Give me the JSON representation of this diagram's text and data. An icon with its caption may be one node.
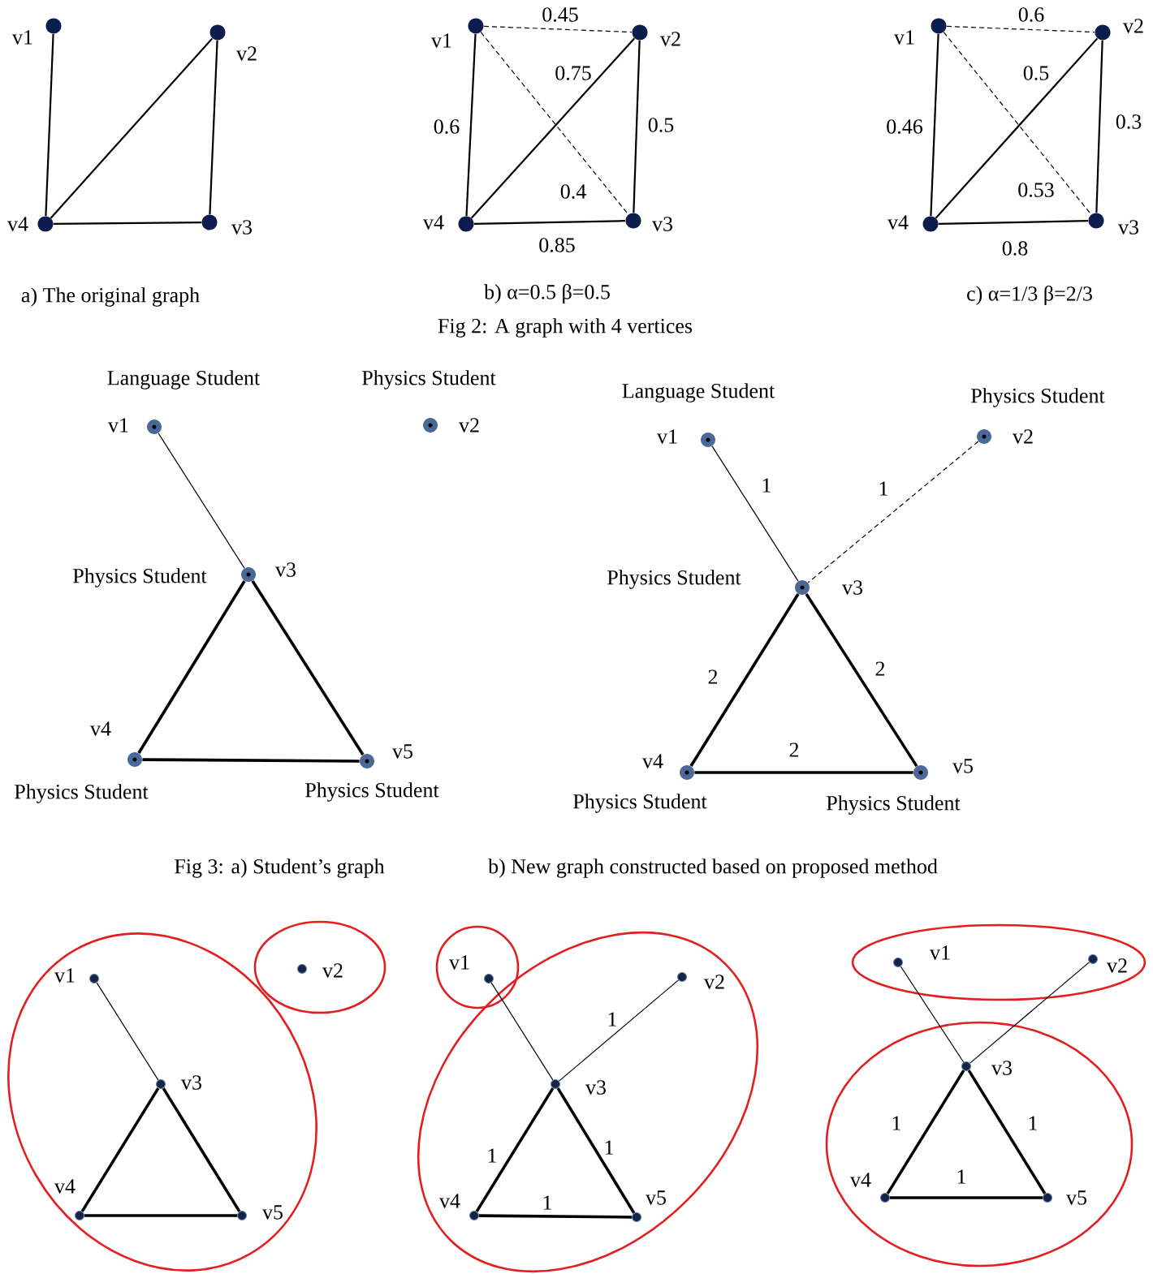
{
  "diagram": {
    "nodes": [
      {
        "text": [],
        "shape": "circle",
        "beside": [
          "v1"
        ]
      },
      {
        "text": [],
        "shape": "circle",
        "beside": [
          "v2"
        ]
      },
      {
        "text": [],
        "shape": "circle",
        "beside": [
          "v3"
        ]
      },
      {
        "text": [],
        "shape": "circle",
        "beside": [
          "v4"
        ]
      },
      {
        "text": [],
        "shape": "circle",
        "beside": [
          "v1"
        ]
      },
      {
        "text": [],
        "shape": "circle",
        "beside": [
          "v2"
        ]
      },
      {
        "text": [],
        "shape": "circle",
        "beside": [
          "v3"
        ]
      },
      {
        "text": [],
        "shape": "circle",
        "beside": [
          "v4"
        ]
      },
      {
        "text": [],
        "shape": "circle",
        "beside": [
          "v1"
        ]
      },
      {
        "text": [],
        "shape": "circle",
        "beside": [
          "v2"
        ]
      },
      {
        "text": [],
        "shape": "circle",
        "beside": [
          "v3"
        ]
      },
      {
        "text": [],
        "shape": "circle",
        "beside": [
          "v4"
        ]
      },
      {
        "text": [],
        "shape": "circle",
        "beside": [
          "v1",
          "Language Student"
        ]
      },
      {
        "text": [],
        "shape": "circle",
        "beside": [
          "v2",
          "Physics Student"
        ]
      },
      {
        "text": [],
        "shape": "circle",
        "beside": [
          "v3",
          "Physics Student"
        ]
      },
      {
        "text": [],
        "shape": "circle",
        "beside": [
          "v4",
          "Physics Student"
        ]
      },
      {
        "text": [],
        "shape": "circle",
        "beside": [
          "v5",
          "Physics Student"
        ]
      },
      {
        "text": [],
        "shape": "circle",
        "beside": [
          "v1",
          "Language Student"
        ]
      },
      {
        "text": [],
        "shape": "circle",
        "beside": [
          "v2",
          "Physics Student"
        ]
      },
      {
        "text": [],
        "shape": "circle",
        "beside": [
          "v3",
          "Physics Student"
        ]
      },
      {
        "text": [],
        "shape": "circle",
        "beside": [
          "v4",
          "Physics Student"
        ]
      },
      {
        "text": [],
        "shape": "circle",
        "beside": [
          "v5",
          "Physics Student"
        ]
      },
      {
        "text": [],
        "shape": "ellipse"
      },
      {
        "text": [],
        "shape": "circle",
        "beside": [
          "v1"
        ],
        "in": 22
      },
      {
        "text": [],
        "shape": "ellipse"
      },
      {
        "text": [],
        "shape": "circle",
        "beside": [
          "v2"
        ],
        "in": 24
      },
      {
        "text": [],
        "shape": "circle",
        "beside": [
          "v3"
        ],
        "in": 22
      },
      {
        "text": [],
        "shape": "circle",
        "beside": [
          "v4"
        ],
        "in": 22
      },
      {
        "text": [],
        "shape": "circle",
        "beside": [
          "v5"
        ],
        "in": 22
      },
      {
        "text": [],
        "shape": "circle"
      },
      {
        "text": [],
        "shape": "circle",
        "beside": [
          "v1"
        ],
        "in": 29
      },
      {
        "text": [],
        "shape": "ellipse"
      },
      {
        "text": [],
        "shape": "circle",
        "beside": [
          "v2"
        ],
        "in": 31
      },
      {
        "text": [],
        "shape": "circle",
        "beside": [
          "v3"
        ],
        "in": 31
      },
      {
        "text": [],
        "shape": "circle",
        "beside": [
          "v4"
        ],
        "in": 31
      },
      {
        "text": [],
        "shape": "circle",
        "beside": [
          "v5"
        ],
        "in": 31
      },
      {
        "text": [],
        "shape": "ellipse"
      },
      {
        "text": [],
        "shape": "circle",
        "beside": [
          "v1"
        ],
        "in": 36
      },
      {
        "text": [],
        "shape": "circle",
        "beside": [
          "v2"
        ],
        "in": 36
      },
      {
        "text": [],
        "shape": "ellipse"
      },
      {
        "text": [],
        "shape": "circle",
        "beside": [
          "v3"
        ],
        "in": 39
      },
      {
        "text": [],
        "shape": "circle",
        "beside": [
          "v4"
        ],
        "in": 39
      },
      {
        "text": [],
        "shape": "circle",
        "beside": [
          "v5"
        ],
        "in": 39
      }
    ],
    "edges": [
      {
        "from": 0,
        "to": 3,
        "arrow": "none"
      },
      {
        "from": 3,
        "to": 1,
        "arrow": "none"
      },
      {
        "from": 1,
        "to": 2,
        "arrow": "none"
      },
      {
        "from": 3,
        "to": 2,
        "arrow": "none"
      },
      {
        "from": 4,
        "to": 5,
        "arrow": "none",
        "label": "0.45",
        "style": "dashed"
      },
      {
        "from": 7,
        "to": 5,
        "arrow": "none",
        "label": "0.75"
      },
      {
        "from": 4,
        "to": 7,
        "arrow": "none",
        "label": "0.6"
      },
      {
        "from": 5,
        "to": 6,
        "arrow": "none",
        "label": "0.5"
      },
      {
        "from": 4,
        "to": 6,
        "arrow": "none",
        "label": "0.4",
        "style": "dashed"
      },
      {
        "from": 7,
        "to": 6,
        "arrow": "none",
        "label": "0.85"
      },
      {
        "from": 8,
        "to": 9,
        "arrow": "none",
        "label": "0.6",
        "style": "dashed"
      },
      {
        "from": 11,
        "to": 9,
        "arrow": "none",
        "label": "0.5"
      },
      {
        "from": 8,
        "to": 11,
        "arrow": "none",
        "label": "0.46"
      },
      {
        "from": 9,
        "to": 10,
        "arrow": "none",
        "label": "0.3"
      },
      {
        "from": 8,
        "to": 10,
        "arrow": "none",
        "label": "0.53",
        "style": "dashed"
      },
      {
        "from": 11,
        "to": 10,
        "arrow": "none",
        "label": "0.8"
      },
      {
        "from": 12,
        "to": 14,
        "arrow": "none"
      },
      {
        "from": 14,
        "to": 15,
        "arrow": "none"
      },
      {
        "from": 14,
        "to": 16,
        "arrow": "none"
      },
      {
        "from": 15,
        "to": 16,
        "arrow": "none"
      },
      {
        "from": 17,
        "to": 19,
        "arrow": "none",
        "label": "1"
      },
      {
        "from": 18,
        "to": 19,
        "arrow": "none",
        "label": "1",
        "style": "dashed"
      },
      {
        "from": 19,
        "to": 20,
        "arrow": "none",
        "label": "2"
      },
      {
        "from": 19,
        "to": 21,
        "arrow": "none",
        "label": "2"
      },
      {
        "from": 20,
        "to": 21,
        "arrow": "none",
        "label": "2"
      },
      {
        "from": 23,
        "to": 26,
        "arrow": "none"
      },
      {
        "from": 26,
        "to": 27,
        "arrow": "none"
      },
      {
        "from": 26,
        "to": 28,
        "arrow": "none"
      },
      {
        "from": 27,
        "to": 28,
        "arrow": "none"
      },
      {
        "from": 30,
        "to": 33,
        "arrow": "none"
      },
      {
        "from": 32,
        "to": 33,
        "arrow": "none",
        "label": "1"
      },
      {
        "from": 33,
        "to": 34,
        "arrow": "none",
        "label": "1"
      },
      {
        "from": 33,
        "to": 35,
        "arrow": "none",
        "label": "1"
      },
      {
        "from": 34,
        "to": 35,
        "arrow": "none",
        "label": "1"
      },
      {
        "from": 37,
        "to": 40,
        "arrow": "none"
      },
      {
        "from": 38,
        "to": 40,
        "arrow": "none"
      },
      {
        "from": 40,
        "to": 41,
        "arrow": "none",
        "label": "1"
      },
      {
        "from": 40,
        "to": 42,
        "arrow": "none",
        "label": "1"
      },
      {
        "from": 41,
        "to": 42,
        "arrow": "none",
        "label": "1"
      }
    ],
    "labels": [
      "a) The original graph",
      "b) α=0.5 β=0.5",
      "c) α=1/3 β=2/3",
      "Fig 2: A graph with 4 vertices",
      "Fig 3: a) Student’s graph",
      "b) New graph constructed based on proposed method"
    ]
  }
}
